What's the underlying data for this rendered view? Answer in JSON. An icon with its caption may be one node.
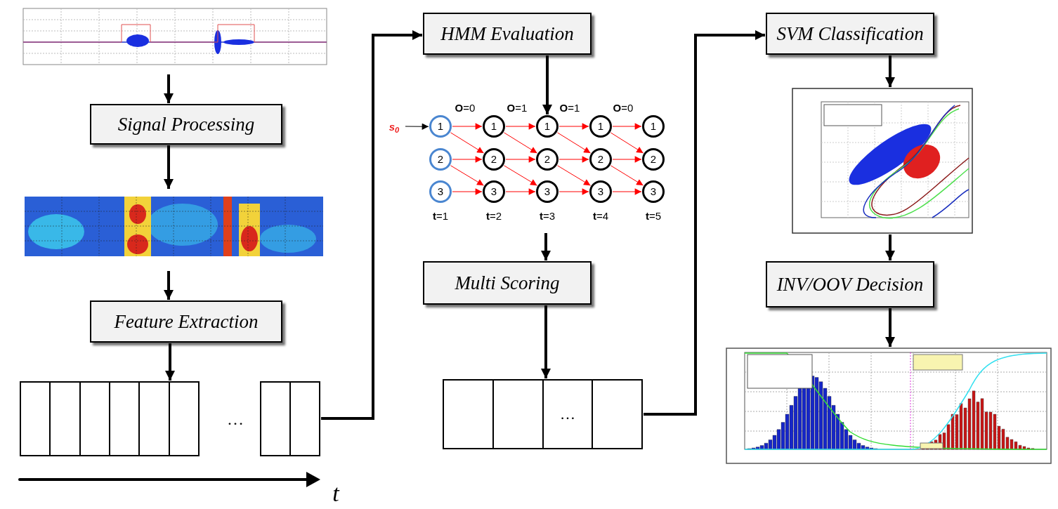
{
  "diagram": {
    "nodes": [
      {
        "text": [],
        "shape": "picture"
      },
      {
        "text": [
          "Signal Processing"
        ]
      },
      {
        "text": [],
        "shape": "picture"
      },
      {
        "text": [
          "Feature Extraction"
        ]
      },
      {
        "text": [],
        "shape": "box"
      },
      {
        "text": [],
        "shape": "box"
      },
      {
        "text": [
          "HMM Evaluation"
        ]
      },
      {
        "text": [
          "s$_{0}$"
        ]
      },
      {
        "text": [
          "1"
        ]
      },
      {
        "text": [
          "1"
        ]
      },
      {
        "text": [
          "1"
        ]
      },
      {
        "text": [
          "1"
        ]
      },
      {
        "text": [
          "1"
        ]
      },
      {
        "text": [
          "2"
        ]
      },
      {
        "text": [
          "2"
        ]
      },
      {
        "text": [
          "2"
        ]
      },
      {
        "text": [
          "2"
        ]
      },
      {
        "text": [
          "2"
        ]
      },
      {
        "text": [
          "3"
        ]
      },
      {
        "text": [
          "3"
        ]
      },
      {
        "text": [
          "3"
        ]
      },
      {
        "text": [
          "3"
        ]
      },
      {
        "text": [
          "3"
        ]
      },
      {
        "text": [
          "Multi Scoring"
        ]
      },
      {
        "text": [
          "…"
        ]
      },
      {
        "text": [
          "SVM Classification"
        ]
      },
      {
        "text": [],
        "shape": "picture"
      },
      {
        "text": [
          "INV/OOV Decision"
        ]
      },
      {
        "text": [],
        "shape": "picture"
      }
    ],
    "edges": [
      {
        "from": 0,
        "to": 1,
        "arrow": "to",
        "style": "thick",
        "color": "#000000"
      },
      {
        "from": 1,
        "to": 2,
        "arrow": "to",
        "style": "thick",
        "color": "#000000"
      },
      {
        "from": 2,
        "to": 3,
        "arrow": "to",
        "style": "thick",
        "color": "#000000"
      },
      {
        "from": 3,
        "to": 4,
        "arrow": "to",
        "style": "thick",
        "color": "#000000"
      },
      {
        "from": 5,
        "to": 6,
        "arrow": "to",
        "style": "thick",
        "color": "#000000"
      },
      {
        "from": 6,
        "to": 10,
        "arrow": "to",
        "style": "thick",
        "color": "#000000"
      },
      {
        "from": 7,
        "to": 8,
        "arrow": "to",
        "color": "#000000"
      },
      {
        "from": 8,
        "to": 9,
        "arrow": "to"
      },
      {
        "from": 8,
        "to": 14,
        "arrow": "to"
      },
      {
        "from": 13,
        "to": 14,
        "arrow": "to"
      },
      {
        "from": 13,
        "to": 19,
        "arrow": "to"
      },
      {
        "from": 18,
        "to": 19,
        "arrow": "to"
      },
      {
        "from": 9,
        "to": 10,
        "arrow": "to"
      },
      {
        "from": 9,
        "to": 15,
        "arrow": "to"
      },
      {
        "from": 14,
        "to": 15,
        "arrow": "to"
      },
      {
        "from": 14,
        "to": 20,
        "arrow": "to"
      },
      {
        "from": 19,
        "to": 20,
        "arrow": "to"
      },
      {
        "from": 10,
        "to": 11,
        "arrow": "to"
      },
      {
        "from": 10,
        "to": 16,
        "arrow": "to"
      },
      {
        "from": 15,
        "to": 16,
        "arrow": "to"
      },
      {
        "from": 15,
        "to": 21,
        "arrow": "to"
      },
      {
        "from": 20,
        "to": 21,
        "arrow": "to"
      },
      {
        "from": 11,
        "to": 12,
        "arrow": "to"
      },
      {
        "from": 11,
        "to": 17,
        "arrow": "to"
      },
      {
        "from": 16,
        "to": 17,
        "arrow": "to"
      },
      {
        "from": 16,
        "to": 22,
        "arrow": "to"
      },
      {
        "from": 21,
        "to": 22,
        "arrow": "to"
      },
      {
        "from": null,
        "to": 23,
        "arrow": "to",
        "style": "thick",
        "color": "#000000"
      },
      {
        "from": 23,
        "to": 24,
        "arrow": "to",
        "style": "thick",
        "color": "#000000"
      },
      {
        "from": 24,
        "to": 25,
        "arrow": "to",
        "style": "thick",
        "color": "#000000"
      },
      {
        "from": 25,
        "to": 26,
        "arrow": "to",
        "style": "thick",
        "color": "#000000"
      },
      {
        "from": 26,
        "to": 27,
        "arrow": "to",
        "style": "thick",
        "color": "#000000"
      },
      {
        "from": 27,
        "to": 28,
        "arrow": "to",
        "style": "thick",
        "color": "#000000"
      }
    ],
    "labels": [
      "**O**=0",
      "**O**=1",
      "**O**=1",
      "**O**=0",
      "**t**=1",
      "**t**=2",
      "**t**=3",
      "**t**=4",
      "**t**=5",
      "…",
      "t"
    ]
  }
}
